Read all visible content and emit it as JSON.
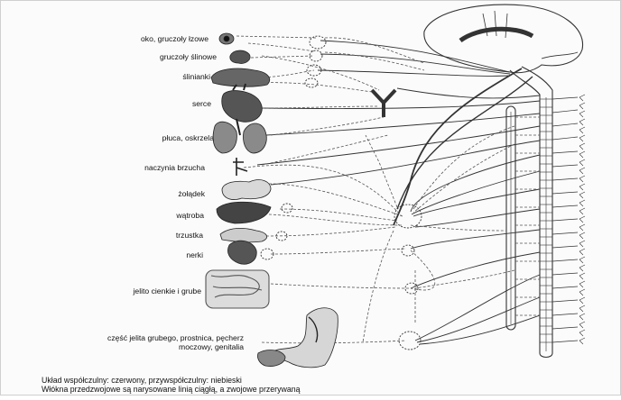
{
  "organs": [
    {
      "id": "eye",
      "label": "oko, gruczoły łzowe"
    },
    {
      "id": "salivary",
      "label": "gruczoły ślinowe"
    },
    {
      "id": "salivary2",
      "label": "ślinianki"
    },
    {
      "id": "heart",
      "label": "serce"
    },
    {
      "id": "lungs",
      "label": "płuca, oskrzela"
    },
    {
      "id": "vessels",
      "label": "naczynia brzucha"
    },
    {
      "id": "stomach",
      "label": "żołądek"
    },
    {
      "id": "liver",
      "label": "wątroba"
    },
    {
      "id": "pancreas",
      "label": "trzustka"
    },
    {
      "id": "kidney",
      "label": "nerki"
    },
    {
      "id": "intestine",
      "label": "jelito cienkie i grube"
    },
    {
      "id": "pelvic",
      "label": "część jelita grubego, prostnica, pęcherz moczowy, genitalia"
    }
  ],
  "legend": {
    "line1": "Układ współczulny: czerwony, przywspółczulny: niebieski",
    "line2": "Włókna przedzwojowe są narysowane linią ciągłą, a zwojowe przerywaną"
  },
  "colors": {
    "ink": "#333333",
    "dashed": "#555555",
    "organ": "#4a4a4a",
    "background": "#fbfbfb"
  }
}
